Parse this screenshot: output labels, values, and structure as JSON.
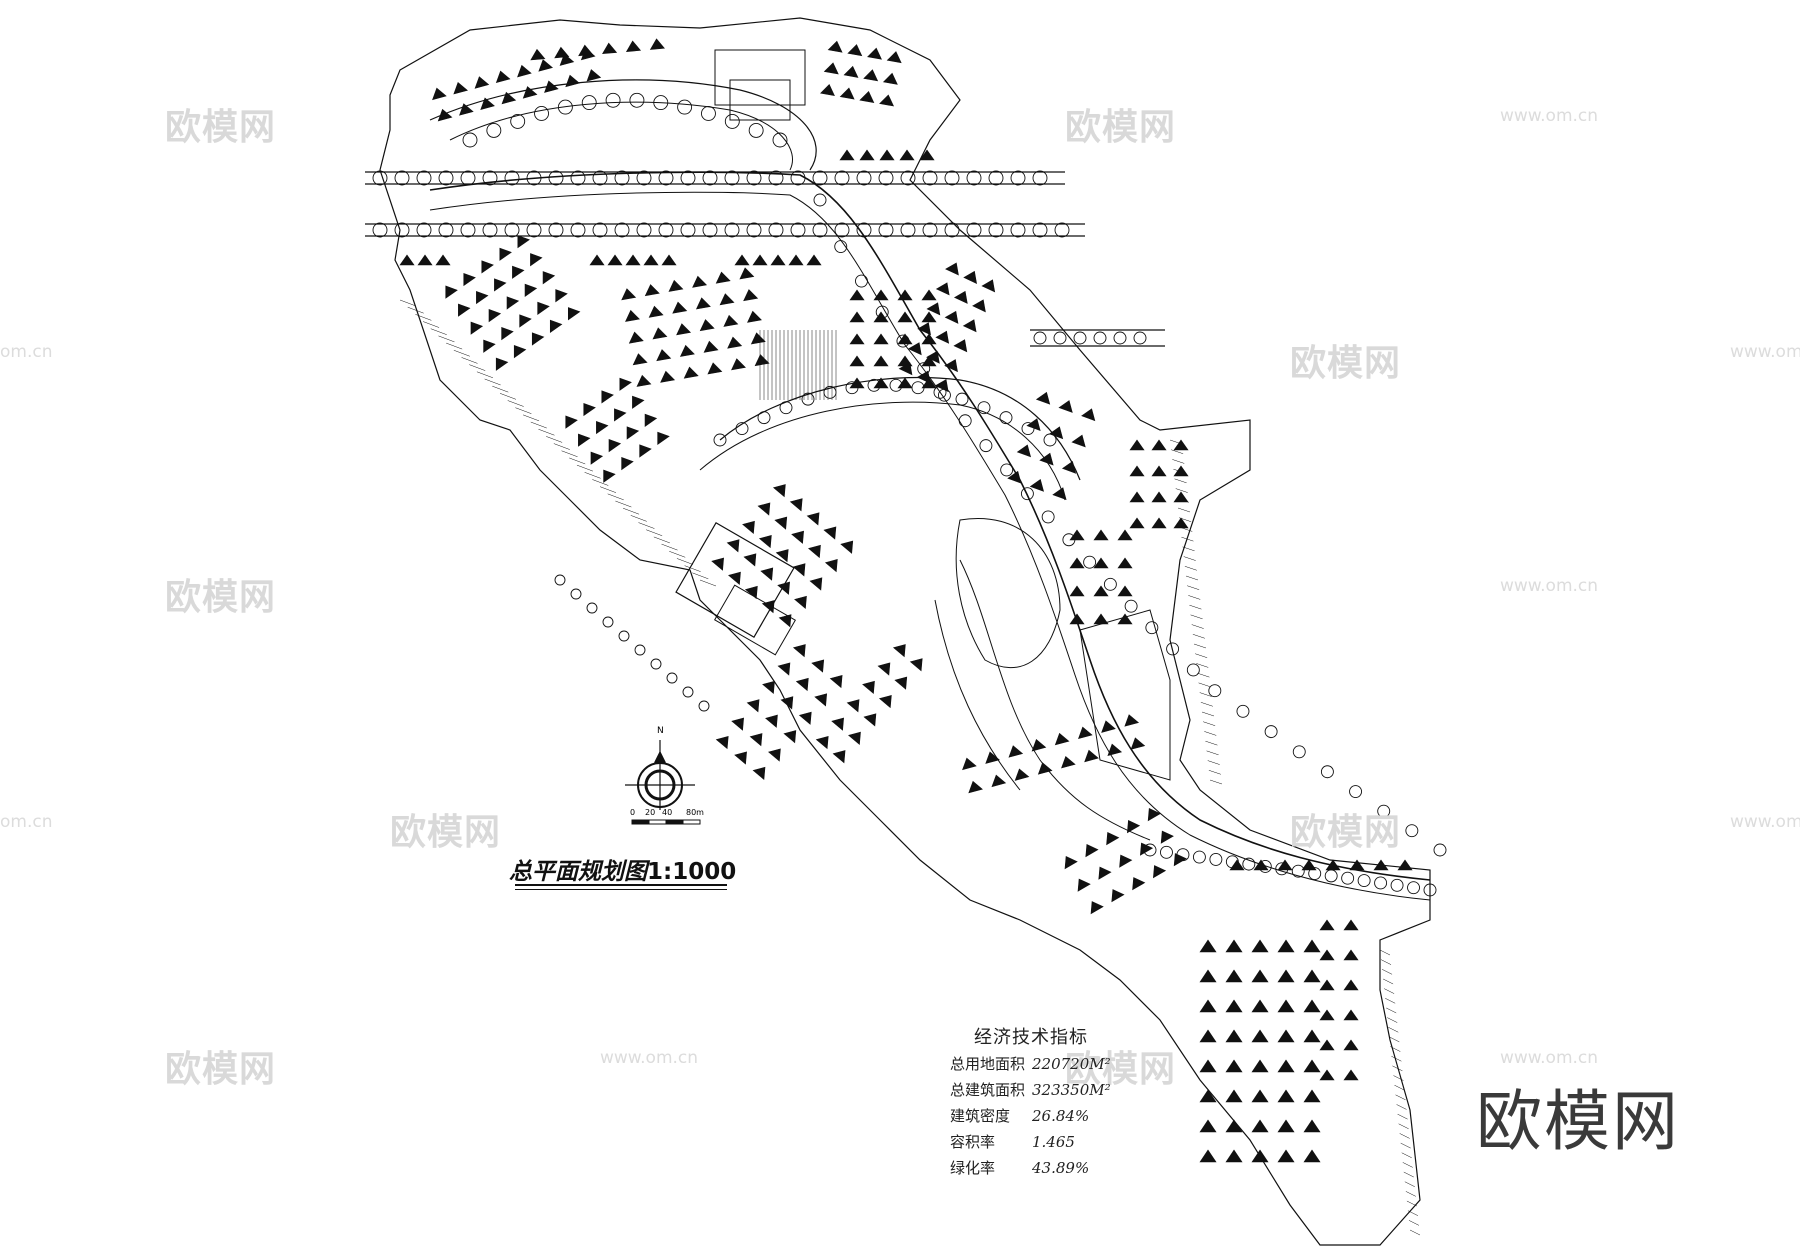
{
  "plan": {
    "title": "总平面规划图",
    "scale": "1:1000",
    "north_label": "N",
    "scalebar_labels": [
      "0",
      "20",
      "40",
      "80m"
    ]
  },
  "indicators": {
    "heading": "经济技术指标",
    "rows": [
      {
        "label": "总用地面积",
        "value": "220720M²"
      },
      {
        "label": "总建筑面积",
        "value": "323350M²"
      },
      {
        "label": "建筑密度",
        "value": "26.84%"
      },
      {
        "label": "容积率",
        "value": "1.465"
      },
      {
        "label": "绿化率",
        "value": "43.89%"
      }
    ]
  },
  "watermarks": {
    "brand": "欧模网",
    "cn": "欧模网",
    "url": "www.om.cn",
    "url_short": "om.cn"
  },
  "colors": {
    "ink": "#111111",
    "watermark": "#d9d9d9"
  }
}
